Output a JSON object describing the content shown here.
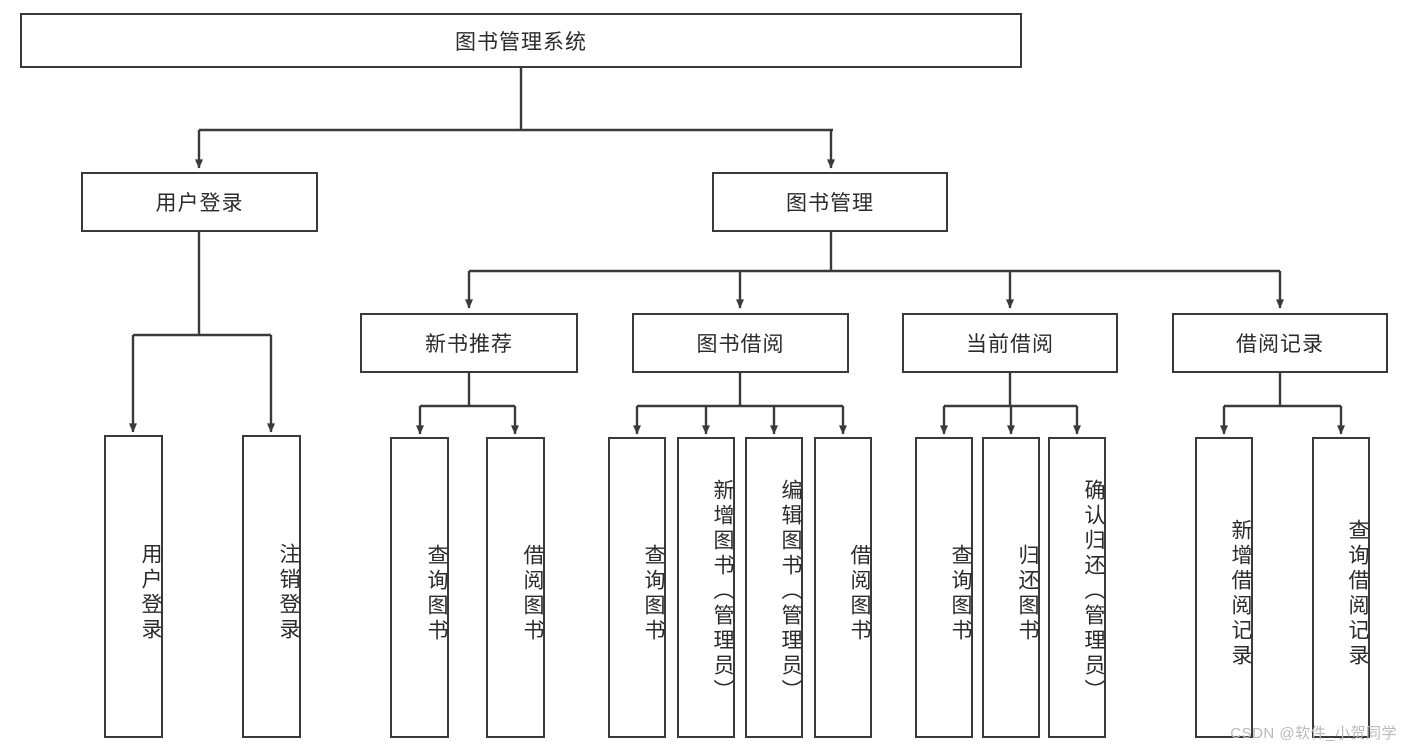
{
  "diagram": {
    "type": "tree",
    "title": "图书管理系统",
    "watermark": "CSDN @软件_小贺同学",
    "colors": {
      "stroke": "#3a3a3a",
      "fill": "#ffffff",
      "text": "#2b2b2b",
      "watermark": "#b9b9b9"
    },
    "root": {
      "label": "图书管理系统"
    },
    "level1": [
      {
        "id": "user-login",
        "label": "用户登录"
      },
      {
        "id": "book-manage",
        "label": "图书管理"
      }
    ],
    "level2": [
      {
        "id": "new-book-recommend",
        "label": "新书推荐",
        "parent": "book-manage"
      },
      {
        "id": "book-borrow",
        "label": "图书借阅",
        "parent": "book-manage"
      },
      {
        "id": "current-borrow",
        "label": "当前借阅",
        "parent": "book-manage"
      },
      {
        "id": "borrow-record",
        "label": "借阅记录",
        "parent": "book-manage"
      }
    ],
    "leaves": [
      {
        "id": "leaf-user-login",
        "label": "用户登录",
        "parent": "user-login"
      },
      {
        "id": "leaf-user-logout",
        "label": "注销登录",
        "parent": "user-login"
      },
      {
        "id": "leaf-query-book-1",
        "label": "查询图书",
        "parent": "new-book-recommend"
      },
      {
        "id": "leaf-borrow-book-1",
        "label": "借阅图书",
        "parent": "new-book-recommend"
      },
      {
        "id": "leaf-query-book-2",
        "label": "查询图书",
        "parent": "book-borrow"
      },
      {
        "id": "leaf-add-book",
        "label": "新增图书（管理员）",
        "parent": "book-borrow"
      },
      {
        "id": "leaf-edit-book",
        "label": "编辑图书（管理员）",
        "parent": "book-borrow"
      },
      {
        "id": "leaf-borrow-book-2",
        "label": "借阅图书",
        "parent": "book-borrow"
      },
      {
        "id": "leaf-query-book-3",
        "label": "查询图书",
        "parent": "current-borrow"
      },
      {
        "id": "leaf-return-book",
        "label": "归还图书",
        "parent": "current-borrow"
      },
      {
        "id": "leaf-confirm-return",
        "label": "确认归还（管理员）",
        "parent": "current-borrow"
      },
      {
        "id": "leaf-add-record",
        "label": "新增借阅记录",
        "parent": "borrow-record"
      },
      {
        "id": "leaf-query-record",
        "label": "查询借阅记录",
        "parent": "borrow-record"
      }
    ]
  }
}
